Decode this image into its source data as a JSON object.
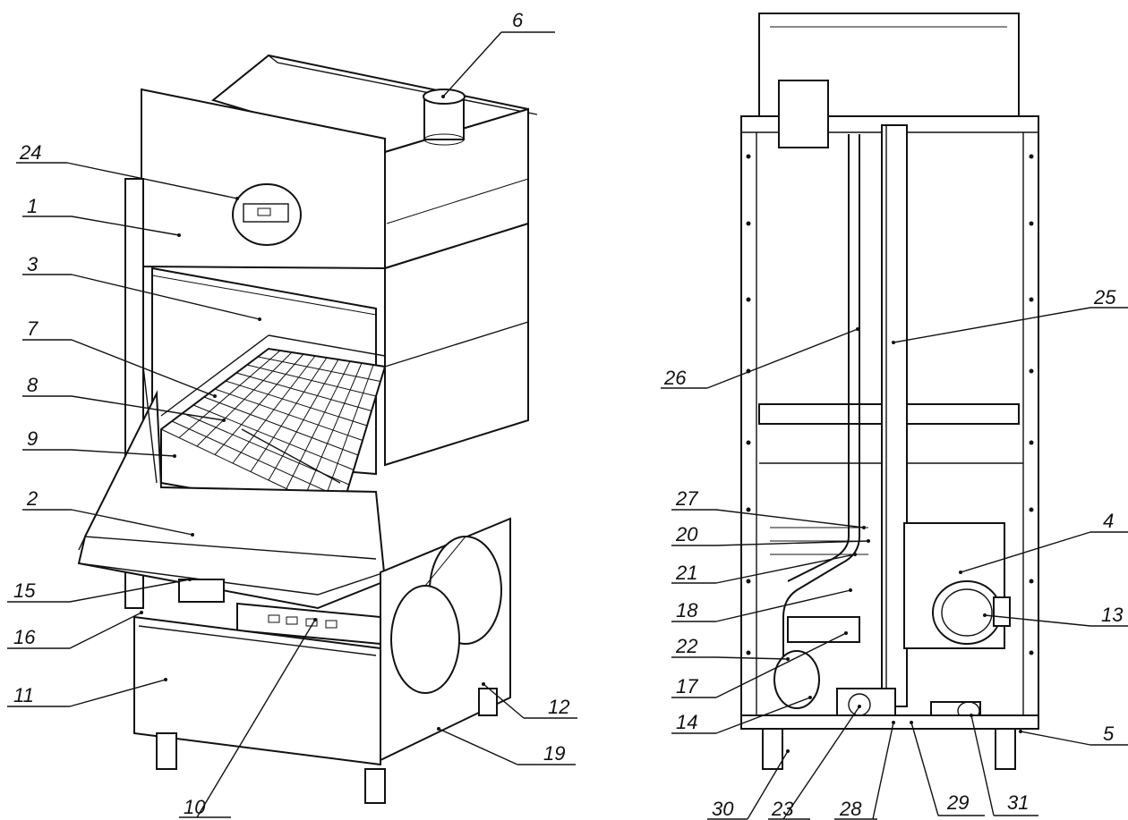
{
  "diagram": {
    "views": [
      "front-isometric",
      "rear"
    ],
    "callouts": [
      {
        "id": "c24",
        "text": "24"
      },
      {
        "id": "c1",
        "text": "1"
      },
      {
        "id": "c3",
        "text": "3"
      },
      {
        "id": "c7",
        "text": "7"
      },
      {
        "id": "c8",
        "text": "8"
      },
      {
        "id": "c9",
        "text": "9"
      },
      {
        "id": "c2",
        "text": "2"
      },
      {
        "id": "c15",
        "text": "15"
      },
      {
        "id": "c16",
        "text": "16"
      },
      {
        "id": "c11",
        "text": "11"
      },
      {
        "id": "c10",
        "text": "10"
      },
      {
        "id": "c6",
        "text": "6"
      },
      {
        "id": "c12",
        "text": "12"
      },
      {
        "id": "c19",
        "text": "19"
      },
      {
        "id": "c26",
        "text": "26"
      },
      {
        "id": "c25",
        "text": "25"
      },
      {
        "id": "c27",
        "text": "27"
      },
      {
        "id": "c20",
        "text": "20"
      },
      {
        "id": "c21",
        "text": "21"
      },
      {
        "id": "c18",
        "text": "18"
      },
      {
        "id": "c22",
        "text": "22"
      },
      {
        "id": "c17",
        "text": "17"
      },
      {
        "id": "c14",
        "text": "14"
      },
      {
        "id": "c4",
        "text": "4"
      },
      {
        "id": "c13",
        "text": "13"
      },
      {
        "id": "c5",
        "text": "5"
      },
      {
        "id": "c30",
        "text": "30"
      },
      {
        "id": "c23",
        "text": "23"
      },
      {
        "id": "c28",
        "text": "28"
      },
      {
        "id": "c29",
        "text": "29"
      },
      {
        "id": "c31",
        "text": "31"
      }
    ]
  }
}
